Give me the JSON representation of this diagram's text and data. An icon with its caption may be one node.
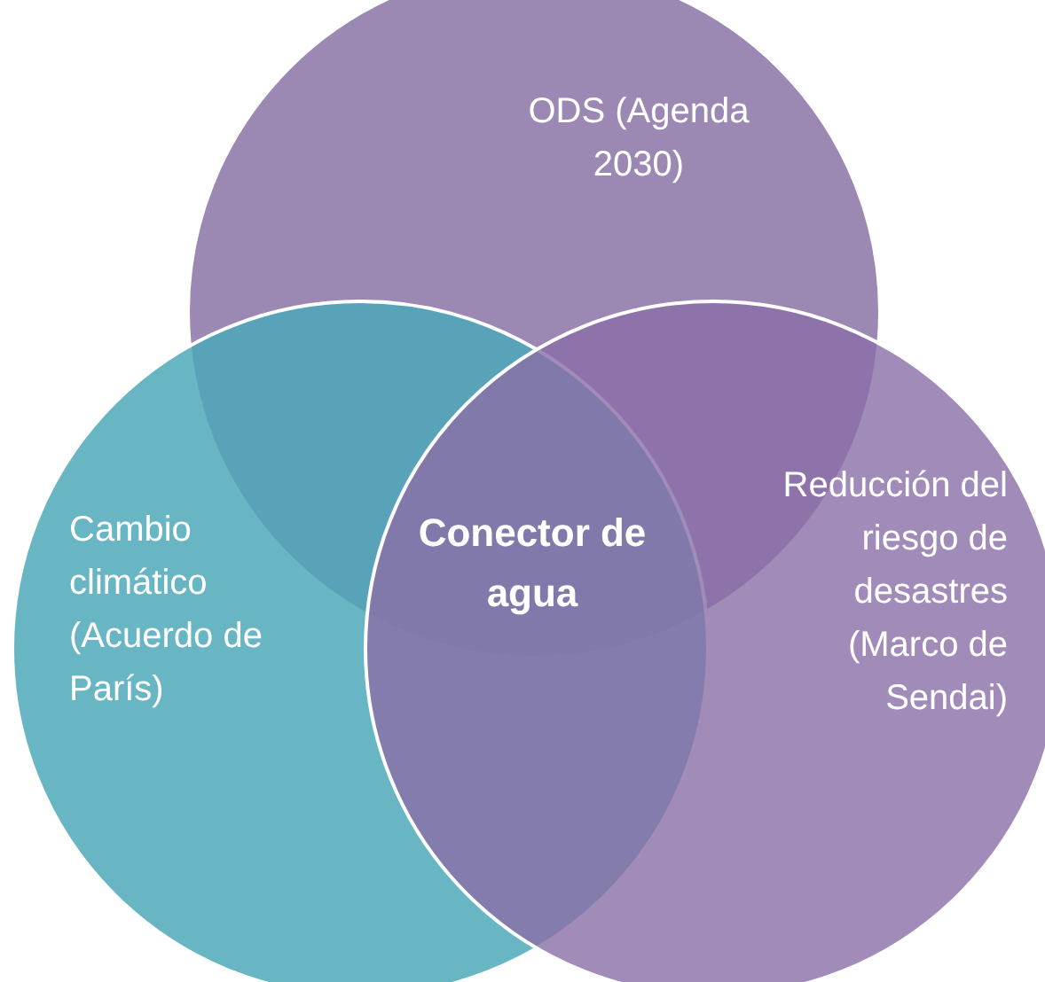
{
  "diagram": {
    "nodes": [
      {
        "text": [
          "ODS (Agenda 2030)"
        ]
      },
      {
        "text": [
          "Cambio climático (Acuerdo de París)"
        ]
      },
      {
        "text": [
          "Reducción del riesgo de desastres (Marco de Sendai)"
        ]
      }
    ],
    "labels": [
      "Conector de agua"
    ]
  }
}
